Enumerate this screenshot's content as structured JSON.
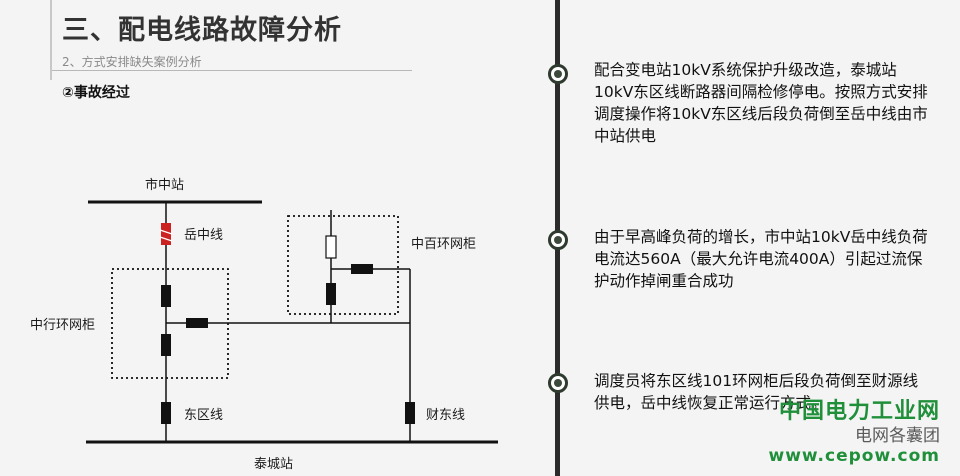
{
  "header": {
    "title": "三、配电线路故障分析",
    "subtitle": "2、方式安排缺失案例分析",
    "section": "②事故经过"
  },
  "diagram": {
    "labels": {
      "top_station": "市中站",
      "line_yue": "岳中线",
      "cabinet_zhongxing": "中行环网柜",
      "cabinet_zhongbai": "中百环网柜",
      "line_dongqu": "东区线",
      "line_caidong": "财东线",
      "bottom_station": "泰城站"
    },
    "colors": {
      "breaker_closed": "#111111",
      "breaker_tripped": "#cc2222"
    }
  },
  "timeline": {
    "items": [
      "配合变电站10kV系统保护升级改造，泰城站10kV东区线断路器间隔检修停电。按照方式安排调度操作将10kV东区线后段负荷倒至岳中线由市中站供电",
      "由于早高峰负荷的增长，市中站10kV岳中线负荷电流达560A（最大允许电流400A）引起过流保护动作掉闸重合成功",
      "调度员将东区线101环网柜后段负荷倒至财源线供电，岳中线恢复正常运行方式。"
    ]
  },
  "watermark": {
    "title": "中国电力工业网",
    "subtitle": "电网各囊团",
    "url": "www.cepow.com"
  }
}
